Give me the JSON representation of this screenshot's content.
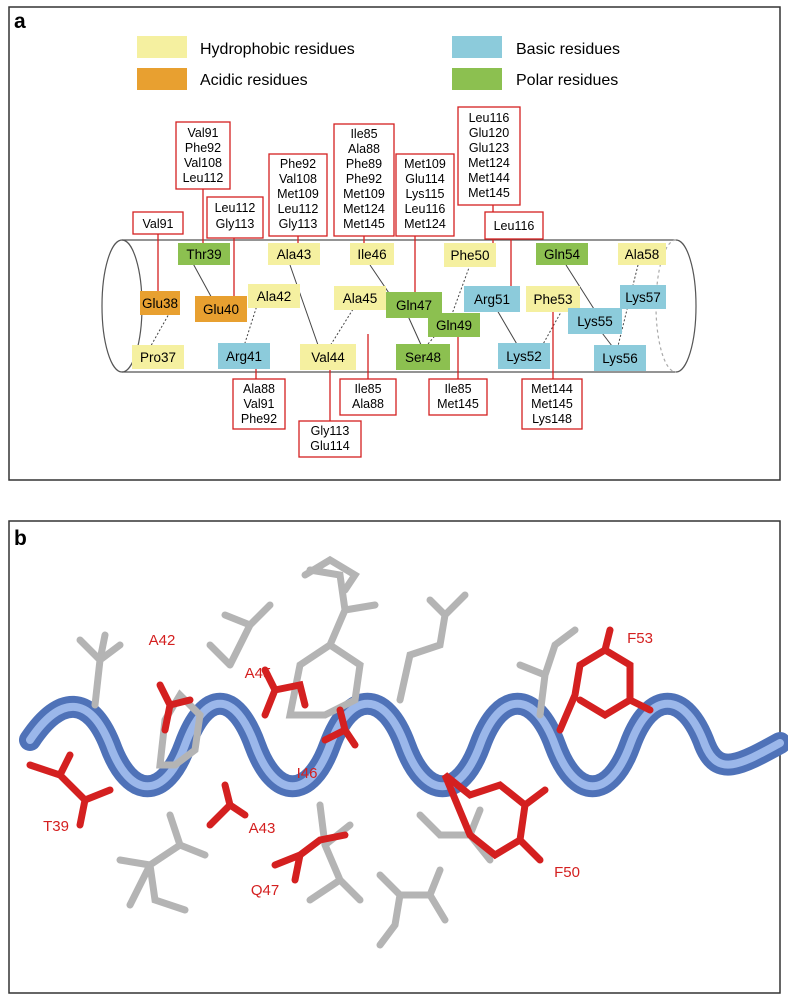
{
  "panel_a": {
    "label": "a",
    "legend": [
      {
        "text": "Hydrophobic residues",
        "color": "#f5f0a0"
      },
      {
        "text": "Acidic residues",
        "color": "#e8a030"
      },
      {
        "text": "Basic residues",
        "color": "#8ccbdb"
      },
      {
        "text": "Polar residues",
        "color": "#8cc050"
      }
    ],
    "residues": [
      {
        "name": "Thr39",
        "type": "polar"
      },
      {
        "name": "Glu38",
        "type": "acidic"
      },
      {
        "name": "Glu40",
        "type": "acidic"
      },
      {
        "name": "Pro37",
        "type": "hydrophobic"
      },
      {
        "name": "Ala43",
        "type": "hydrophobic"
      },
      {
        "name": "Ala42",
        "type": "hydrophobic"
      },
      {
        "name": "Arg41",
        "type": "basic"
      },
      {
        "name": "Ile46",
        "type": "hydrophobic"
      },
      {
        "name": "Ala45",
        "type": "hydrophobic"
      },
      {
        "name": "Val44",
        "type": "hydrophobic"
      },
      {
        "name": "Gln47",
        "type": "polar"
      },
      {
        "name": "Ser48",
        "type": "polar"
      },
      {
        "name": "Gln49",
        "type": "polar"
      },
      {
        "name": "Phe50",
        "type": "hydrophobic"
      },
      {
        "name": "Arg51",
        "type": "basic"
      },
      {
        "name": "Lys52",
        "type": "basic"
      },
      {
        "name": "Phe53",
        "type": "hydrophobic"
      },
      {
        "name": "Gln54",
        "type": "polar"
      },
      {
        "name": "Lys55",
        "type": "basic"
      },
      {
        "name": "Lys56",
        "type": "basic"
      },
      {
        "name": "Lys57",
        "type": "basic"
      },
      {
        "name": "Ala58",
        "type": "hydrophobic"
      }
    ],
    "contacts": [
      {
        "lines": [
          "Val91"
        ]
      },
      {
        "lines": [
          "Val91",
          "Phe92",
          "Val108",
          "Leu112"
        ]
      },
      {
        "lines": [
          "Leu112",
          "Gly113"
        ]
      },
      {
        "lines": [
          "Phe92",
          "Val108",
          "Met109",
          "Leu112",
          "Gly113"
        ]
      },
      {
        "lines": [
          "Ile85",
          "Ala88",
          "Phe89",
          "Phe92",
          "Met109",
          "Met124",
          "Met145"
        ]
      },
      {
        "lines": [
          "Met109",
          "Glu114",
          "Lys115",
          "Leu116",
          "Met124"
        ]
      },
      {
        "lines": [
          "Leu116",
          "Glu120",
          "Glu123",
          "Met124",
          "Met144",
          "Met145"
        ]
      },
      {
        "lines": [
          "Leu116"
        ]
      },
      {
        "lines": [
          "Ala88",
          "Val91",
          "Phe92"
        ]
      },
      {
        "lines": [
          "Gly113",
          "Glu114"
        ]
      },
      {
        "lines": [
          "Ile85",
          "Ala88"
        ]
      },
      {
        "lines": [
          "Ile85",
          "Met145"
        ]
      },
      {
        "lines": [
          "Met144",
          "Met145",
          "Lys148"
        ]
      }
    ]
  },
  "panel_b": {
    "label": "b",
    "labels": [
      "A42",
      "A45",
      "F53",
      "I46",
      "T39",
      "A43",
      "Q47",
      "F50"
    ],
    "colors": {
      "helix": "#6f93d6",
      "highlight": "#d42020",
      "sidechain": "#b4b4b4"
    }
  }
}
